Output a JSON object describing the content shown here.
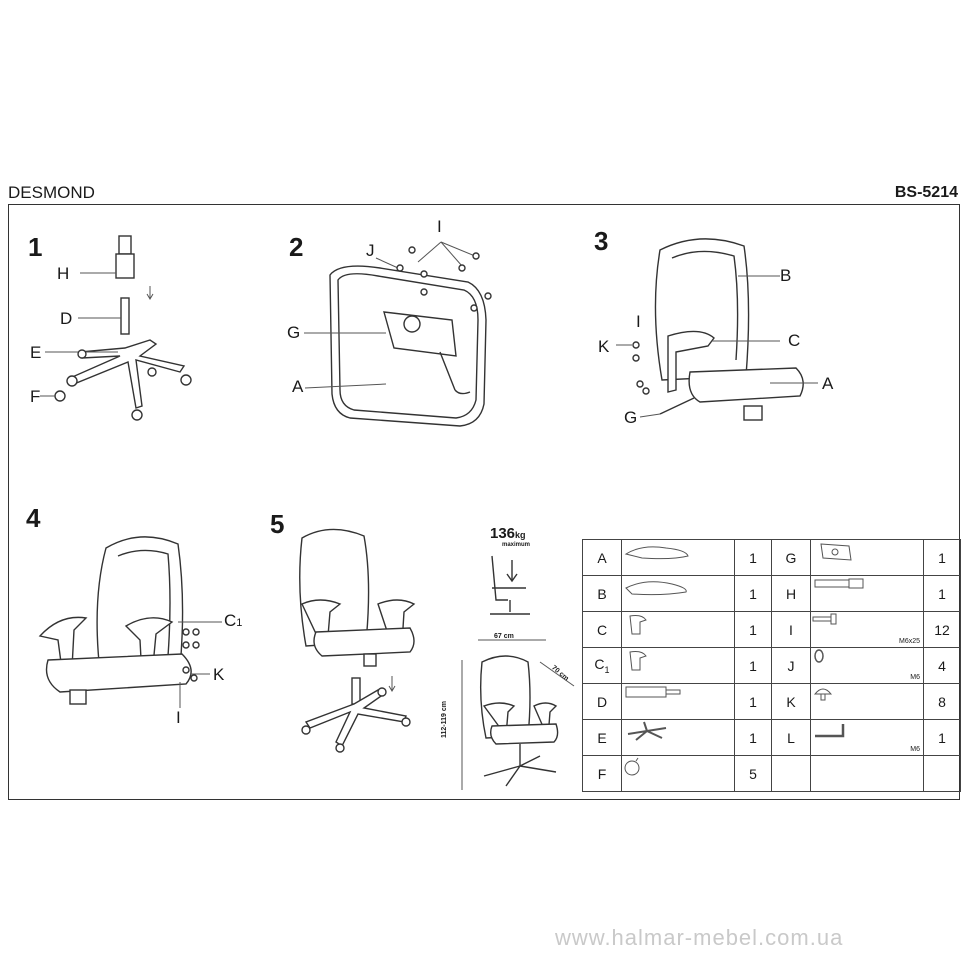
{
  "header": {
    "model": "DESMOND",
    "code": "BS-5214"
  },
  "steps": [
    {
      "num": "1",
      "labels": [
        "H",
        "D",
        "E",
        "F"
      ]
    },
    {
      "num": "2",
      "labels": [
        "I",
        "J",
        "G",
        "A"
      ]
    },
    {
      "num": "3",
      "labels": [
        "B",
        "I",
        "K",
        "C",
        "A",
        "G"
      ]
    },
    {
      "num": "4",
      "labels": [
        "C",
        "1",
        "K",
        "I"
      ]
    },
    {
      "num": "5",
      "labels": []
    }
  ],
  "capacity": {
    "value": "136",
    "unit": "kg",
    "note": "maximum"
  },
  "dimensions": {
    "width": "67 cm",
    "depth": "70 cm",
    "height": "112-119 cm"
  },
  "parts": [
    {
      "id": "A",
      "sub": "",
      "qty": "1",
      "id2": "G",
      "qty2": "1",
      "spec2": ""
    },
    {
      "id": "B",
      "sub": "",
      "qty": "1",
      "id2": "H",
      "qty2": "1",
      "spec2": ""
    },
    {
      "id": "C",
      "sub": "",
      "qty": "1",
      "id2": "I",
      "qty2": "12",
      "spec2": "M6x25"
    },
    {
      "id": "C",
      "sub": "1",
      "qty": "1",
      "id2": "J",
      "qty2": "4",
      "spec2": "M6"
    },
    {
      "id": "D",
      "sub": "",
      "qty": "1",
      "id2": "K",
      "qty2": "8",
      "spec2": ""
    },
    {
      "id": "E",
      "sub": "",
      "qty": "1",
      "id2": "L",
      "qty2": "1",
      "spec2": "M6"
    },
    {
      "id": "F",
      "sub": "",
      "qty": "5",
      "id2": "",
      "qty2": "",
      "spec2": ""
    }
  ],
  "watermark": "www.halmar-mebel.com.ua"
}
